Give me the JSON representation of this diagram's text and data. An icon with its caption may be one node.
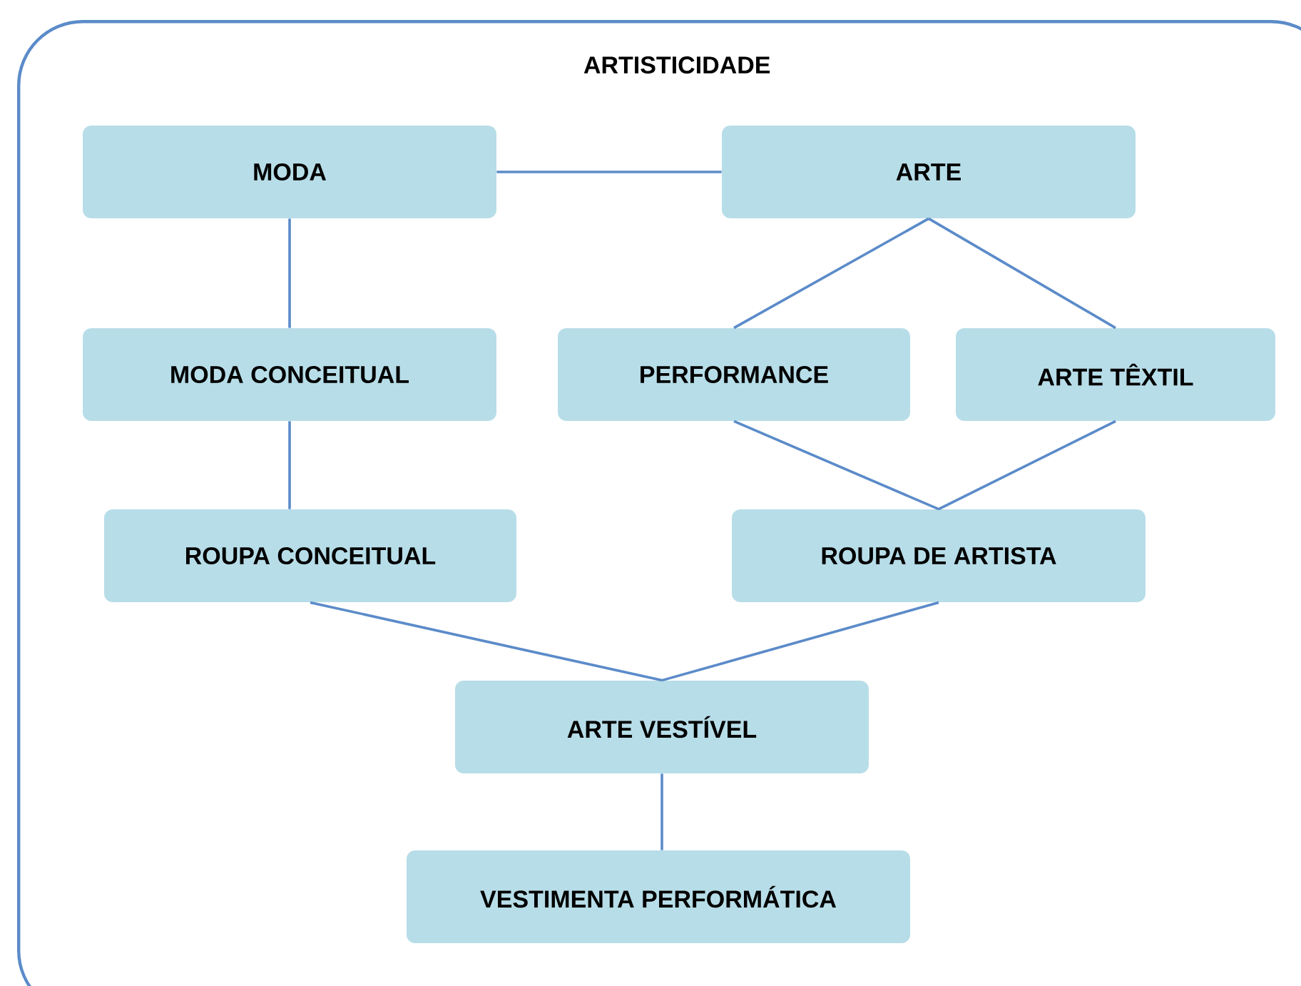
{
  "diagram": {
    "nodes": [
      {
        "text": [
          "ARTISTICIDADE"
        ]
      },
      {
        "text": [
          "MODA"
        ],
        "in": 0
      },
      {
        "text": [
          "ARTE"
        ],
        "in": 0
      },
      {
        "text": [
          "MODA CONCEITUAL"
        ],
        "in": 0
      },
      {
        "text": [
          "PERFORMANCE"
        ],
        "in": 0
      },
      {
        "text": [
          "ARTE TÊXTIL"
        ],
        "in": 0
      },
      {
        "text": [
          "ROUPA CONCEITUAL"
        ],
        "in": 0
      },
      {
        "text": [
          "ROUPA DE ARTISTA"
        ],
        "in": 0
      },
      {
        "text": [
          "ARTE VESTÍVEL"
        ],
        "in": 0
      },
      {
        "text": [
          "VESTIMENTA PERFORMÁTICA"
        ],
        "in": 0
      }
    ],
    "edges": [
      {
        "from": 1,
        "to": 2,
        "arrow": "none"
      },
      {
        "from": 1,
        "to": 3,
        "arrow": "none"
      },
      {
        "from": 2,
        "to": 4,
        "arrow": "none"
      },
      {
        "from": 2,
        "to": 5,
        "arrow": "none"
      },
      {
        "from": 3,
        "to": 6,
        "arrow": "none"
      },
      {
        "from": 4,
        "to": 7,
        "arrow": "none"
      },
      {
        "from": 5,
        "to": 7,
        "arrow": "none"
      },
      {
        "from": 6,
        "to": 8,
        "arrow": "none"
      },
      {
        "from": 7,
        "to": 8,
        "arrow": "none"
      },
      {
        "from": 8,
        "to": 9,
        "arrow": "none"
      }
    ]
  }
}
